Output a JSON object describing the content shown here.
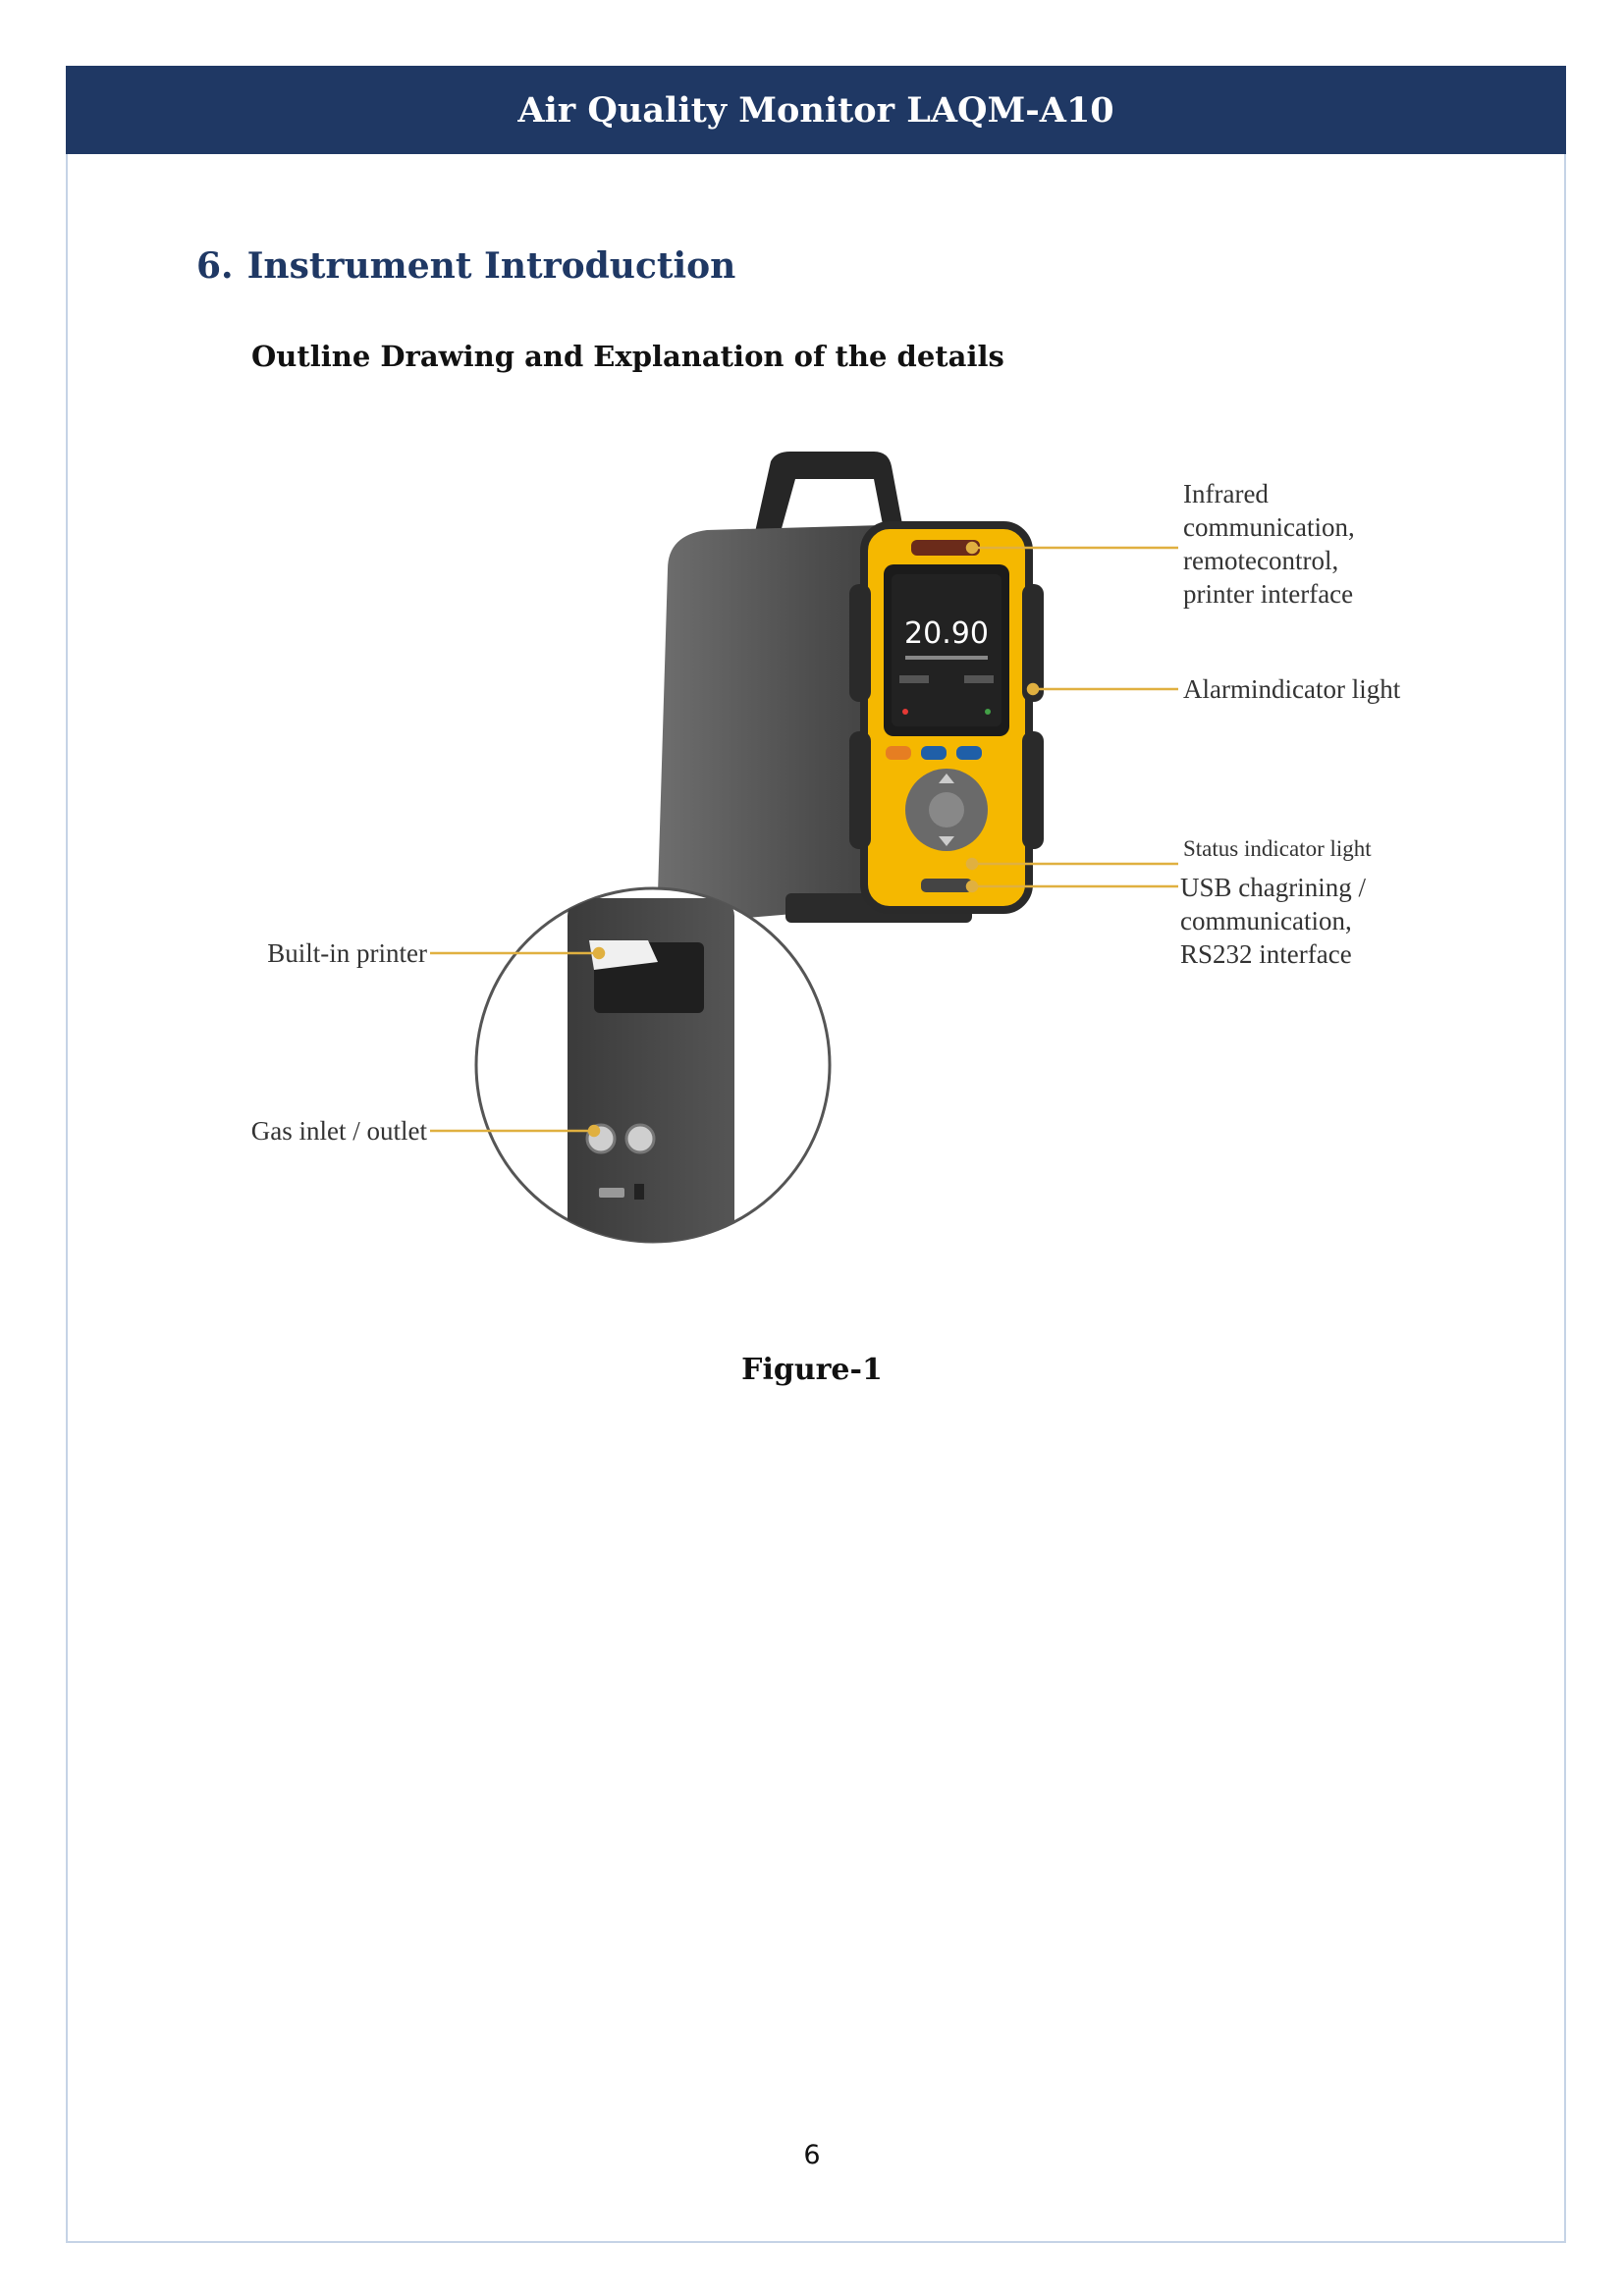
{
  "header": {
    "title": "Air Quality Monitor LAQM-A10"
  },
  "section": {
    "number": "6.",
    "title": "Instrument Introduction"
  },
  "subtitle": "Outline Drawing and Explanation of the details",
  "figure": {
    "screen_value": "20.90",
    "callouts": {
      "infrared": [
        "Infrared",
        "communication,",
        "remotecontrol,",
        "printer interface"
      ],
      "alarm": "Alarmindicator light",
      "status": "Status indicator light",
      "usb": [
        "USB chagrining /",
        "communication,",
        "RS232 interface"
      ],
      "printer": "Built-in printer",
      "gas": "Gas inlet / outlet"
    },
    "colors": {
      "body": "#f5b800",
      "housing": "#4a4a4a",
      "leader": "#e0b040"
    }
  },
  "caption": "Figure-1",
  "page_number": "6"
}
